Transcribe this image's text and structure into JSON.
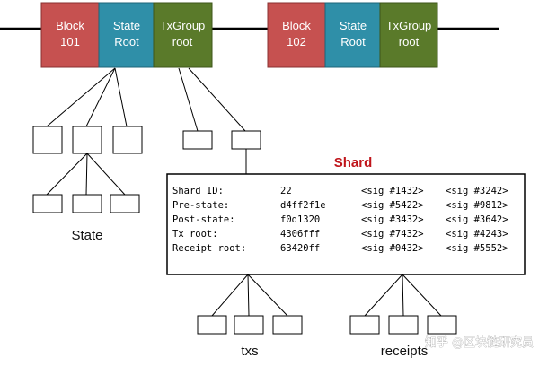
{
  "chain": {
    "blocks": [
      {
        "block_label": "Block",
        "block_num": "101",
        "state_label": "State",
        "state_sub": "Root",
        "tx_label": "TxGroup",
        "tx_sub": "root"
      },
      {
        "block_label": "Block",
        "block_num": "102",
        "state_label": "State",
        "state_sub": "Root",
        "tx_label": "TxGroup",
        "tx_sub": "root"
      }
    ]
  },
  "labels": {
    "state": "State",
    "shard_title": "Shard",
    "txs": "txs",
    "receipts": "receipts"
  },
  "shard": {
    "rows": [
      {
        "key": "Shard ID:",
        "value": "22",
        "sig1": "<sig #1432>",
        "sig2": "<sig #3242>"
      },
      {
        "key": "Pre-state:",
        "value": "d4ff2f1e",
        "sig1": "<sig #5422>",
        "sig2": "<sig #9812>"
      },
      {
        "key": "Post-state:",
        "value": "f0d1320",
        "sig1": "<sig #3432>",
        "sig2": "<sig #3642>"
      },
      {
        "key": "Tx root:",
        "value": "4306fff",
        "sig1": "<sig #7432>",
        "sig2": "<sig #4243>"
      },
      {
        "key": "Receipt root:",
        "value": "63420ff",
        "sig1": "<sig #0432>",
        "sig2": "<sig #5552>"
      }
    ]
  },
  "watermark": "知乎 @区块链研究员",
  "colors": {
    "block": "#c65150",
    "state": "#2f8fa8",
    "txgroup": "#5a7a2a",
    "line": "#000000",
    "shard_title": "#c0151b"
  }
}
